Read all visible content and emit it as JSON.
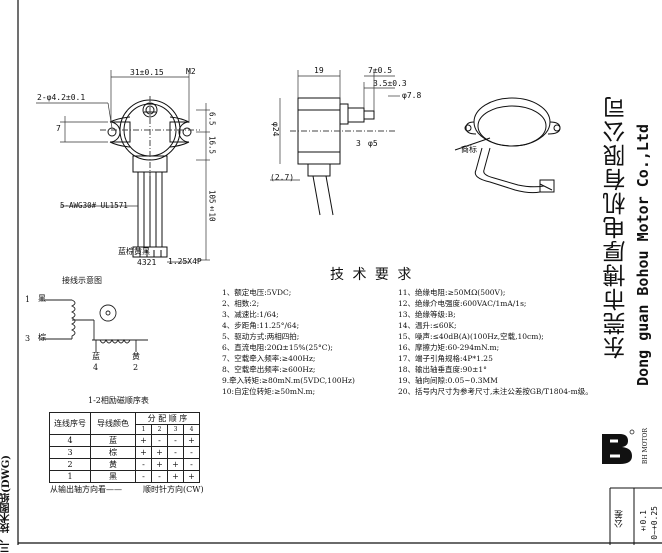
{
  "section_title": "三、技术图纸(DWG)",
  "dims": {
    "width_31": "31±0.15",
    "m2": "M2",
    "hole": "2-φ4.2±0.1",
    "d7": "7",
    "d65": "6.5",
    "d165": "16.5",
    "d105": "105±10",
    "dia24": "φ24",
    "d19": "19",
    "d75": "7±0.5",
    "d35": "3.5±0.3",
    "dia78": "φ7.8",
    "shaft_flat": "3",
    "shaft_dia": "φ5",
    "d27": "(2.7)",
    "wire": "5-AWG30# UL1571",
    "colors": "蓝棕黄黑",
    "pins": "4321",
    "conn": "1.25X4P"
  },
  "nameplate_label": "商标",
  "wiring": {
    "title": "接线示意图",
    "p1": "1",
    "p1c": "黑",
    "p3": "3",
    "p3c": "棕",
    "p4c": "蓝",
    "p4": "4",
    "p2c": "黄",
    "p2": "2",
    "caption": "1-2相励磁顺序表"
  },
  "table": {
    "h_seq": "连线序号",
    "h_color": "导线颜色",
    "h_group": "分 配 顺 序",
    "steps": [
      "1",
      "2",
      "3",
      "4"
    ],
    "rows": [
      {
        "seq": "4",
        "color": "蓝",
        "v": [
          "+",
          "-",
          "-",
          "+"
        ]
      },
      {
        "seq": "3",
        "color": "棕",
        "v": [
          "+",
          "+",
          "-",
          "-"
        ]
      },
      {
        "seq": "2",
        "color": "黄",
        "v": [
          "-",
          "+",
          "+",
          "-"
        ]
      },
      {
        "seq": "1",
        "color": "黑",
        "v": [
          "-",
          "-",
          "+",
          "+"
        ]
      }
    ],
    "dir_left": "从输出轴方向看——",
    "dir_right": "顺时针方向(CW)"
  },
  "requirements": {
    "title": "技 术 要 求",
    "left": [
      "1、额定电压:5VDC;",
      "2、相数:2;",
      "3、减速比:1/64;",
      "4、步距角:11.25°/64;",
      "5、驱动方式:两相四拍;",
      "6、直流电阻:20Ω±15%(25°C);",
      "7、空载牵入频率:≥400Hz;",
      "8、空载牵出频率:≥600Hz;",
      "9.牵入转矩:≥80mN.m(5VDC,100Hz)",
      "10:自定位转矩:≥50mN.m;"
    ],
    "right": [
      "11、绝缘电阻:≥50MΩ(500V);",
      "12、绝缘介电强度:600VAC/1mA/1s;",
      "13、绝缘等级:B;",
      "14、温升:≤60K;",
      "15、噪声:≤40dB(A)(100Hz,空载,10cm);",
      "16、摩擦力矩:60-294mN.m;",
      "17、端子引角规格:4P*1.25",
      "18、输出轴垂直度:90±1°",
      "19、轴向间隙:0.05~0.3MM",
      "20、括号内尺寸为参考尺寸,未注公差按GB/T1804-m级。"
    ]
  },
  "company": {
    "cn": "东莞市博厚电机有限公司",
    "en": "Dong guan Bohou Motor Co.,Ltd"
  },
  "logo_text": "BH MOTOR",
  "tolerance": {
    "label": "公差",
    "v1": "±0.1",
    "v2": "0~+0.25"
  }
}
